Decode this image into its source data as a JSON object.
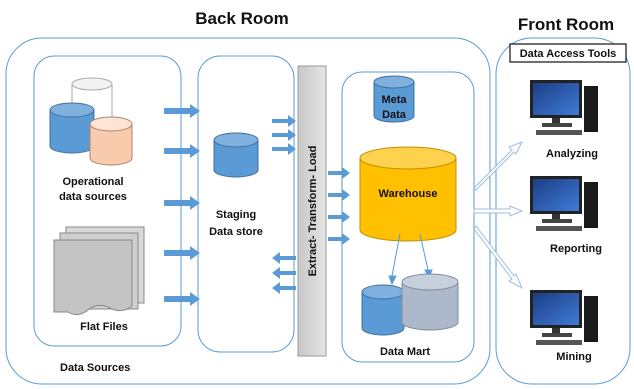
{
  "titles": {
    "back_room": "Back Room",
    "front_room": "Front Room"
  },
  "sources": {
    "operational": [
      "Operational",
      "data sources"
    ],
    "flat_files": "Flat Files",
    "group_label": "Data Sources"
  },
  "staging": [
    "Staging",
    "Data store"
  ],
  "etl": "Extract- Transform- Load",
  "meta_data": [
    "Meta",
    "Data"
  ],
  "warehouse": "Warehouse",
  "data_mart": "Data Mart",
  "front": {
    "tools_header": "Data Access Tools",
    "items": [
      "Analyzing",
      "Reporting",
      "Mining"
    ]
  },
  "colors": {
    "blue_db": "#5b9bd5",
    "warehouse_gold": "#ffc000",
    "etl_gray": "#d9d9d9",
    "arrow_blue": "#5b9bd5"
  }
}
